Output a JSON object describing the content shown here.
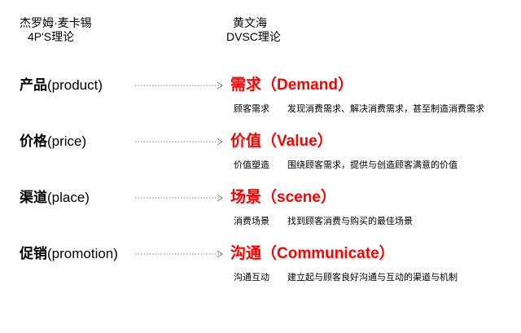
{
  "header": {
    "left": {
      "line1": "杰罗姆·麦卡锡",
      "line2": "4P'S理论"
    },
    "right": {
      "line1": "黄文海",
      "line2": "DVSC理论"
    }
  },
  "rows": [
    {
      "left_cn": "产品",
      "left_en": "(product)",
      "right": "需求（Demand）",
      "desc_key": "顾客需求",
      "desc_text": "发现消费需求、解决消费需求，甚至制造消费需求"
    },
    {
      "left_cn": "价格",
      "left_en": "(price)",
      "right": "价值（Value）",
      "desc_key": "价值塑造",
      "desc_text": "围绕顾客需求，提供与创造顾客满意的价值"
    },
    {
      "left_cn": "渠道",
      "left_en": "(place)",
      "right": "场景（scene）",
      "desc_key": "消费场景",
      "desc_text": "找到顾客消费与购买的最佳场景"
    },
    {
      "left_cn": "促销",
      "left_en": "(promotion)",
      "right": "沟通（Communicate）",
      "desc_key": "沟通互动",
      "desc_text": "建立起与顾客良好沟通与互动的渠道与机制"
    }
  ],
  "colors": {
    "accent": "#ff0000",
    "arrow": "#7f7f7f",
    "text": "#000000"
  }
}
